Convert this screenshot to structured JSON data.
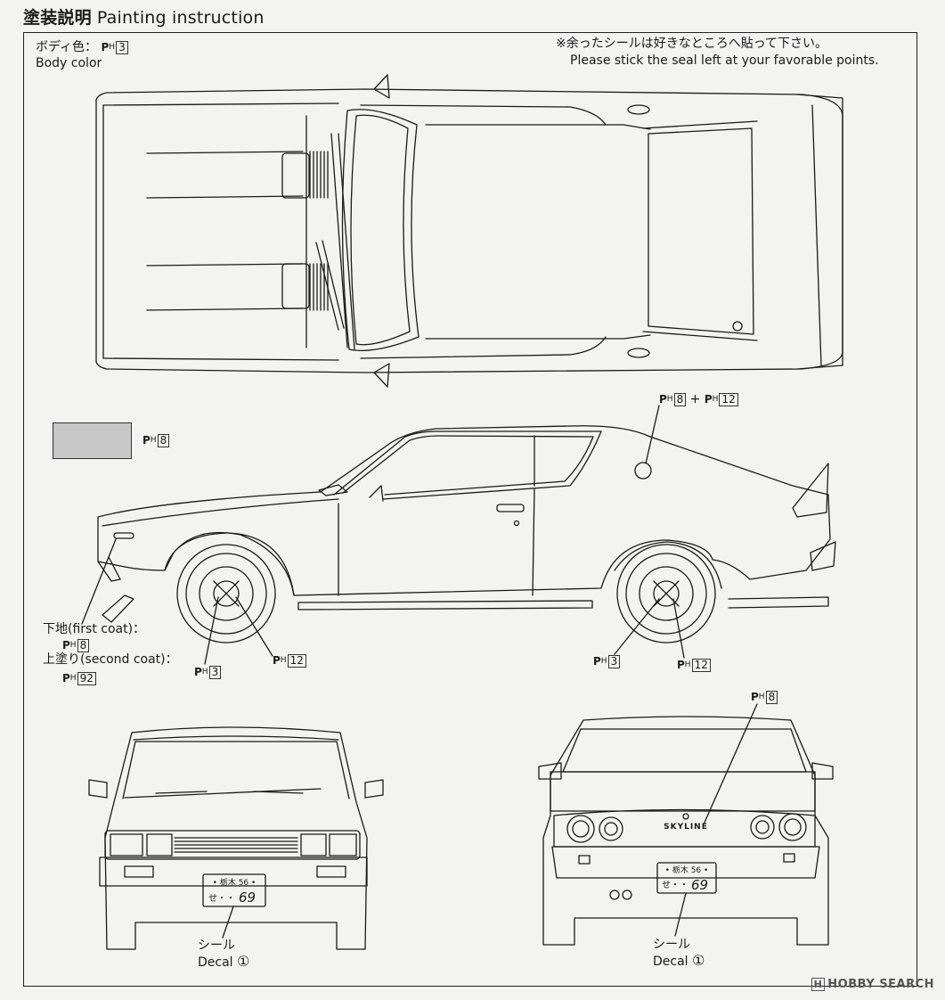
{
  "header": {
    "title_jp": "塗装説明",
    "title_en": "Painting instruction"
  },
  "body_color": {
    "label_jp": "ボディ色：",
    "label_en": "Body color",
    "code": "3"
  },
  "note": {
    "jp": "※余ったシールは好きなところへ貼って下さい。",
    "en": "Please stick the seal left at your favorable points."
  },
  "swatch": {
    "code": "8",
    "color": "#c7c7c7"
  },
  "side_callouts": {
    "mirror": {
      "code_a": "8",
      "plus": "+",
      "code_b": "12"
    },
    "first_coat_label": "下地(first coat)：",
    "first_coat_code": "8",
    "second_coat_label": "上塗り(second coat)：",
    "second_coat_code": "92",
    "front_wheel": {
      "code_a": "3",
      "code_b": "12"
    },
    "rear_wheel": {
      "code_a": "3",
      "code_b": "12"
    }
  },
  "rear_callout": {
    "code": "8"
  },
  "plates": {
    "front": {
      "top": "• 栃木 56 •",
      "bottom_kana": "せ・・",
      "bottom_num": "69"
    },
    "rear": {
      "top": "• 栃木 56 •",
      "bottom_kana": "せ・・",
      "bottom_num": "69"
    }
  },
  "rear_badge": "SKYLINE",
  "decal_front": {
    "jp": "シール",
    "en": "Decal",
    "num": "①"
  },
  "decal_rear": {
    "jp": "シール",
    "en": "Decal",
    "num": "①"
  },
  "paint_prefix": {
    "p": "P",
    "h": "H"
  },
  "watermark": {
    "box": "H",
    "text": "HOBBY SEARCH"
  }
}
